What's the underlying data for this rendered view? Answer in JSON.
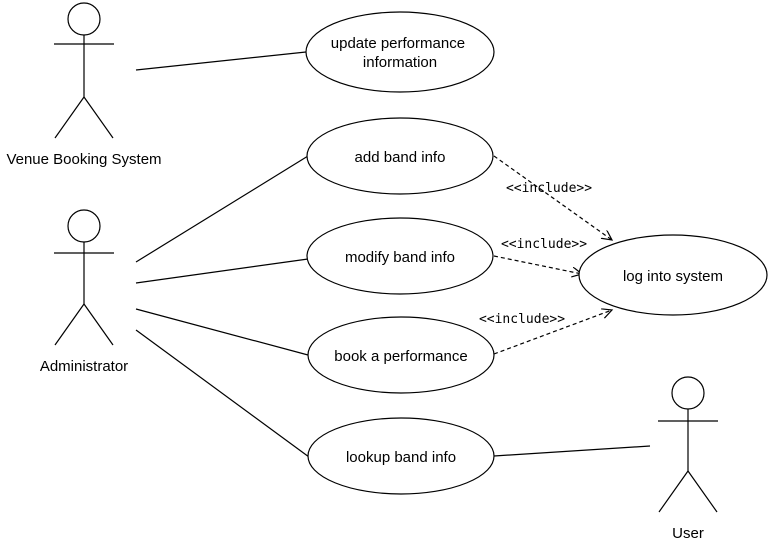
{
  "actors": {
    "venue_booking_system": "Venue Booking System",
    "administrator": "Administrator",
    "user": "User"
  },
  "use_cases": {
    "update_performance": [
      "update performance",
      "information"
    ],
    "add_band_info": "add band info",
    "modify_band_info": "modify band info",
    "book_performance": "book a performance",
    "lookup_band_info": "lookup band info",
    "log_into_system": "log into system"
  },
  "relations": {
    "include_label": "<<include>>"
  }
}
